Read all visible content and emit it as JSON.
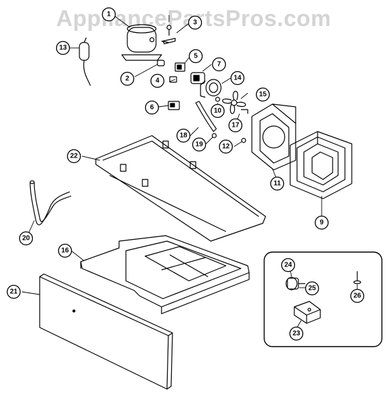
{
  "watermark": "AppliancePartsPros.com",
  "callouts": [
    {
      "id": "c1",
      "label": "1"
    },
    {
      "id": "c2",
      "label": "2"
    },
    {
      "id": "c3",
      "label": "3"
    },
    {
      "id": "c4",
      "label": "4"
    },
    {
      "id": "c5",
      "label": "5"
    },
    {
      "id": "c6",
      "label": "6"
    },
    {
      "id": "c7",
      "label": "7"
    },
    {
      "id": "c9",
      "label": "9"
    },
    {
      "id": "c10",
      "label": "10"
    },
    {
      "id": "c11",
      "label": "11"
    },
    {
      "id": "c12",
      "label": "12"
    },
    {
      "id": "c13",
      "label": "13"
    },
    {
      "id": "c14",
      "label": "14"
    },
    {
      "id": "c15",
      "label": "15"
    },
    {
      "id": "c16",
      "label": "16"
    },
    {
      "id": "c17",
      "label": "17"
    },
    {
      "id": "c18",
      "label": "18"
    },
    {
      "id": "c19",
      "label": "19"
    },
    {
      "id": "c20",
      "label": "20"
    },
    {
      "id": "c21",
      "label": "21"
    },
    {
      "id": "c22",
      "label": "22"
    },
    {
      "id": "c23",
      "label": "23"
    },
    {
      "id": "c24",
      "label": "24"
    },
    {
      "id": "c25",
      "label": "25"
    },
    {
      "id": "c26",
      "label": "26"
    }
  ]
}
